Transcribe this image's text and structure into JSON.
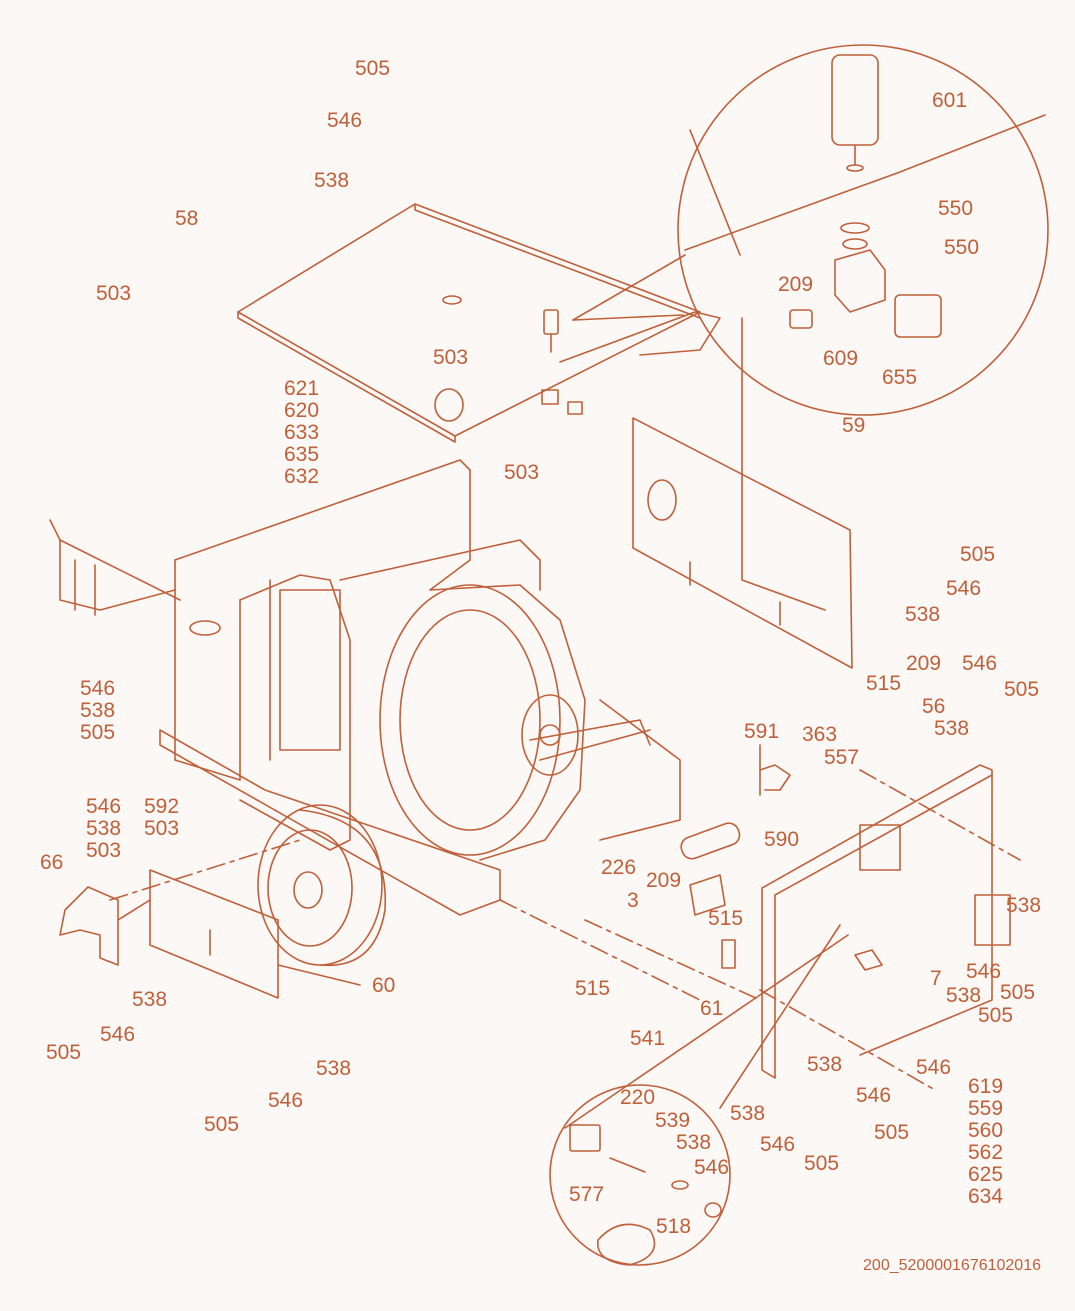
{
  "colors": {
    "ink": "#c0603a",
    "background": "#fbf8f5"
  },
  "labels": {
    "l505a": "505",
    "l546a": "546",
    "l538a": "538",
    "l58": "58",
    "l503a": "503",
    "l503b": "503",
    "l503c": "503",
    "l601": "601",
    "l550a": "550",
    "l550b": "550",
    "l209a": "209",
    "l609": "609",
    "l655": "655",
    "l59": "59",
    "l505b": "505",
    "l546b": "546",
    "l538b": "538",
    "l515a": "515",
    "l209b": "209",
    "l546c": "546",
    "l505c": "505",
    "l56": "56",
    "l538c": "538",
    "l591": "591",
    "l363": "363",
    "l557": "557",
    "l590": "590",
    "l226": "226",
    "l209c": "209",
    "l3": "3",
    "l515b": "515",
    "l515c": "515",
    "l541": "541",
    "l61": "61",
    "l66": "66",
    "l60": "60",
    "l505d": "505",
    "l546d": "546",
    "l538d": "538",
    "l505e": "505",
    "l546e": "546",
    "l538e": "538",
    "l538f": "538",
    "l7": "7",
    "l546f": "546",
    "l505f": "505",
    "l538g": "538",
    "l505g": "505",
    "l546g": "546",
    "l538h": "538",
    "l546h": "546",
    "l505h": "505",
    "l538i": "538",
    "l546i": "546",
    "l505i": "505",
    "l220": "220",
    "l539": "539",
    "l538j": "538",
    "l546j": "546",
    "l577": "577",
    "l518": "518"
  },
  "stacks": {
    "s1": [
      "621",
      "620",
      "633",
      "635",
      "632"
    ],
    "s2": [
      "546",
      "538",
      "505"
    ],
    "s3": [
      "546",
      "538",
      "503"
    ],
    "s4": [
      "592",
      "503"
    ],
    "s5": [
      "619",
      "559",
      "560",
      "562",
      "625",
      "634"
    ]
  },
  "document_code": "200_5200001676102016"
}
